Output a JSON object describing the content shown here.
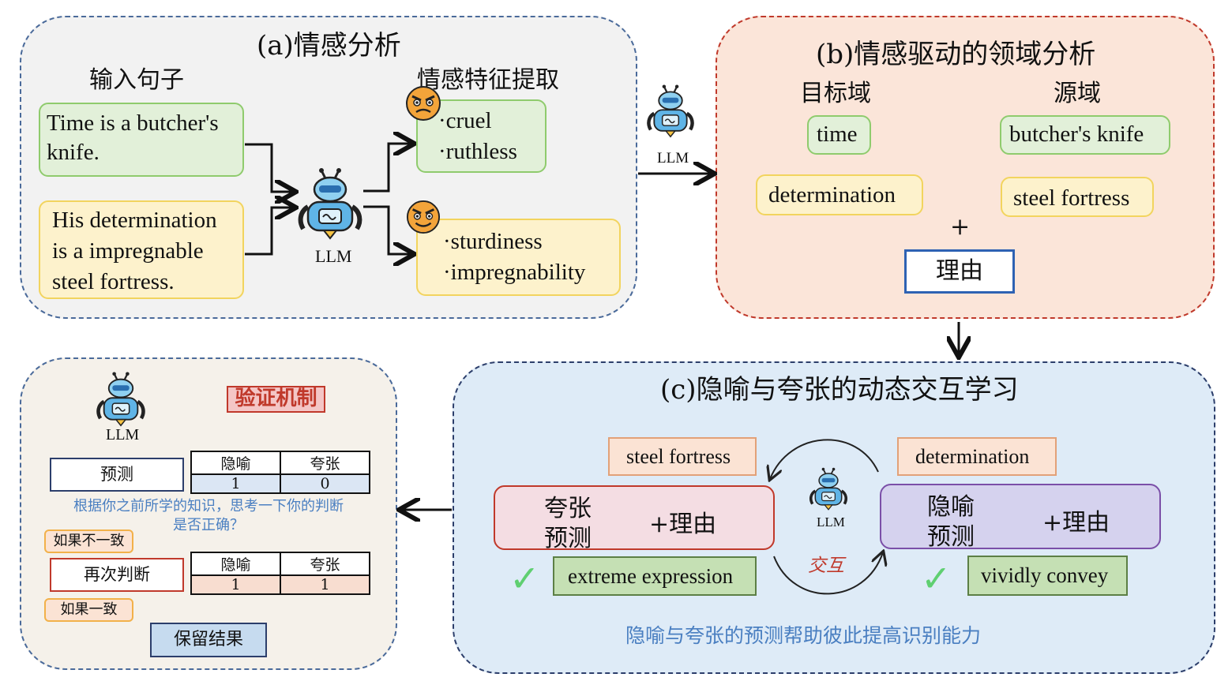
{
  "panel_a": {
    "title": "(a)情感分析",
    "input_label": "输入句子",
    "feature_label": "情感特征提取",
    "sentence1_line1": "Time is a butcher's",
    "sentence1_line2": "knife.",
    "sentence2_line1": "His determination",
    "sentence2_line2": "is a impregnable",
    "sentence2_line3": "steel fortress.",
    "features1": [
      "·cruel",
      "·ruthless"
    ],
    "features2": [
      "·sturdiness",
      "·impregnability"
    ],
    "llm": "LLM"
  },
  "between_ab": {
    "llm": "LLM"
  },
  "panel_b": {
    "title": "(b)情感驱动的领域分析",
    "target_label": "目标域",
    "source_label": "源域",
    "target1": "time",
    "source1": "butcher's knife",
    "target2": "determination",
    "source2": "steel fortress",
    "plus": "+",
    "reason": "理由"
  },
  "panel_c": {
    "title": "(c)隐喻与夸张的动态交互学习",
    "left_tag": "steel fortress",
    "right_tag": "determination",
    "left_pred_l1": "夸张",
    "left_pred_l2": "预测",
    "left_reason": "+理由",
    "right_pred_l1": "隐喻",
    "right_pred_l2": "预测",
    "right_reason": "+理由",
    "llm": "LLM",
    "interact": "交互",
    "left_result": "extreme expression",
    "right_result": "vividly convey",
    "check": "✓",
    "caption": "隐喻与夸张的预测帮助彼此提高识别能力"
  },
  "panel_d": {
    "llm": "LLM",
    "verify": "验证机制",
    "predict": "预测",
    "table1": {
      "headers": [
        "隐喻",
        "夸张"
      ],
      "values": [
        "1",
        "0"
      ]
    },
    "question_l1": "根据你之前所学的知识，思考一下你的判断",
    "question_l2": "是否正确？",
    "if_inconsistent": "如果不一致",
    "rejudge": "再次判断",
    "table2": {
      "headers": [
        "隐喻",
        "夸张"
      ],
      "values": [
        "1",
        "1"
      ]
    },
    "if_consistent": "如果一致",
    "keep": "保留结果"
  },
  "colors": {
    "panel_a_border": "#4a6a9a",
    "panel_a_bg": "#f2f2f2",
    "panel_b_border": "#c0392b",
    "panel_b_bg": "#fbe5d9",
    "panel_c_border": "#2c3e6b",
    "panel_c_bg": "#deebf7",
    "panel_d_border": "#4a6a9a",
    "panel_d_bg": "#f5f1ea",
    "caption_blue": "#4a7fc1",
    "verify_red": "#c0392b",
    "check_green": "#5fcf71"
  }
}
